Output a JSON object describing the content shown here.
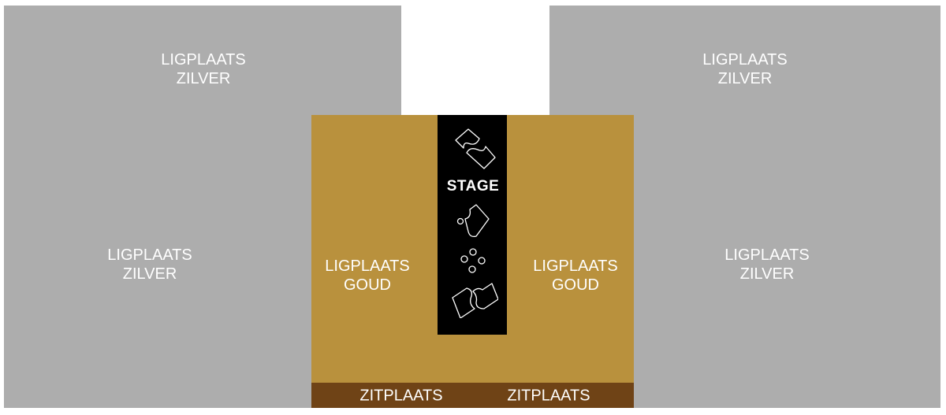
{
  "colors": {
    "zilver": "#adadad",
    "goud": "#b9913d",
    "zitplaats": "#6f4316",
    "stage": "#000000",
    "text": "#ffffff"
  },
  "zones": {
    "zilver_top_left": "LIGPLAATS\nZILVER",
    "zilver_top_right": "LIGPLAATS\nZILVER",
    "zilver_mid_left": "LIGPLAATS\nZILVER",
    "zilver_mid_right": "LIGPLAATS\nZILVER",
    "goud_left": "LIGPLAATS\nGOUD",
    "goud_right": "LIGPLAATS\nGOUD",
    "stage": "STAGE",
    "zit_left": "ZITPLAATS",
    "zit_right": "ZITPLAATS"
  },
  "stage_icons": [
    "footprints-icon",
    "footprint-icon",
    "dots-icon",
    "footprints-icon"
  ]
}
